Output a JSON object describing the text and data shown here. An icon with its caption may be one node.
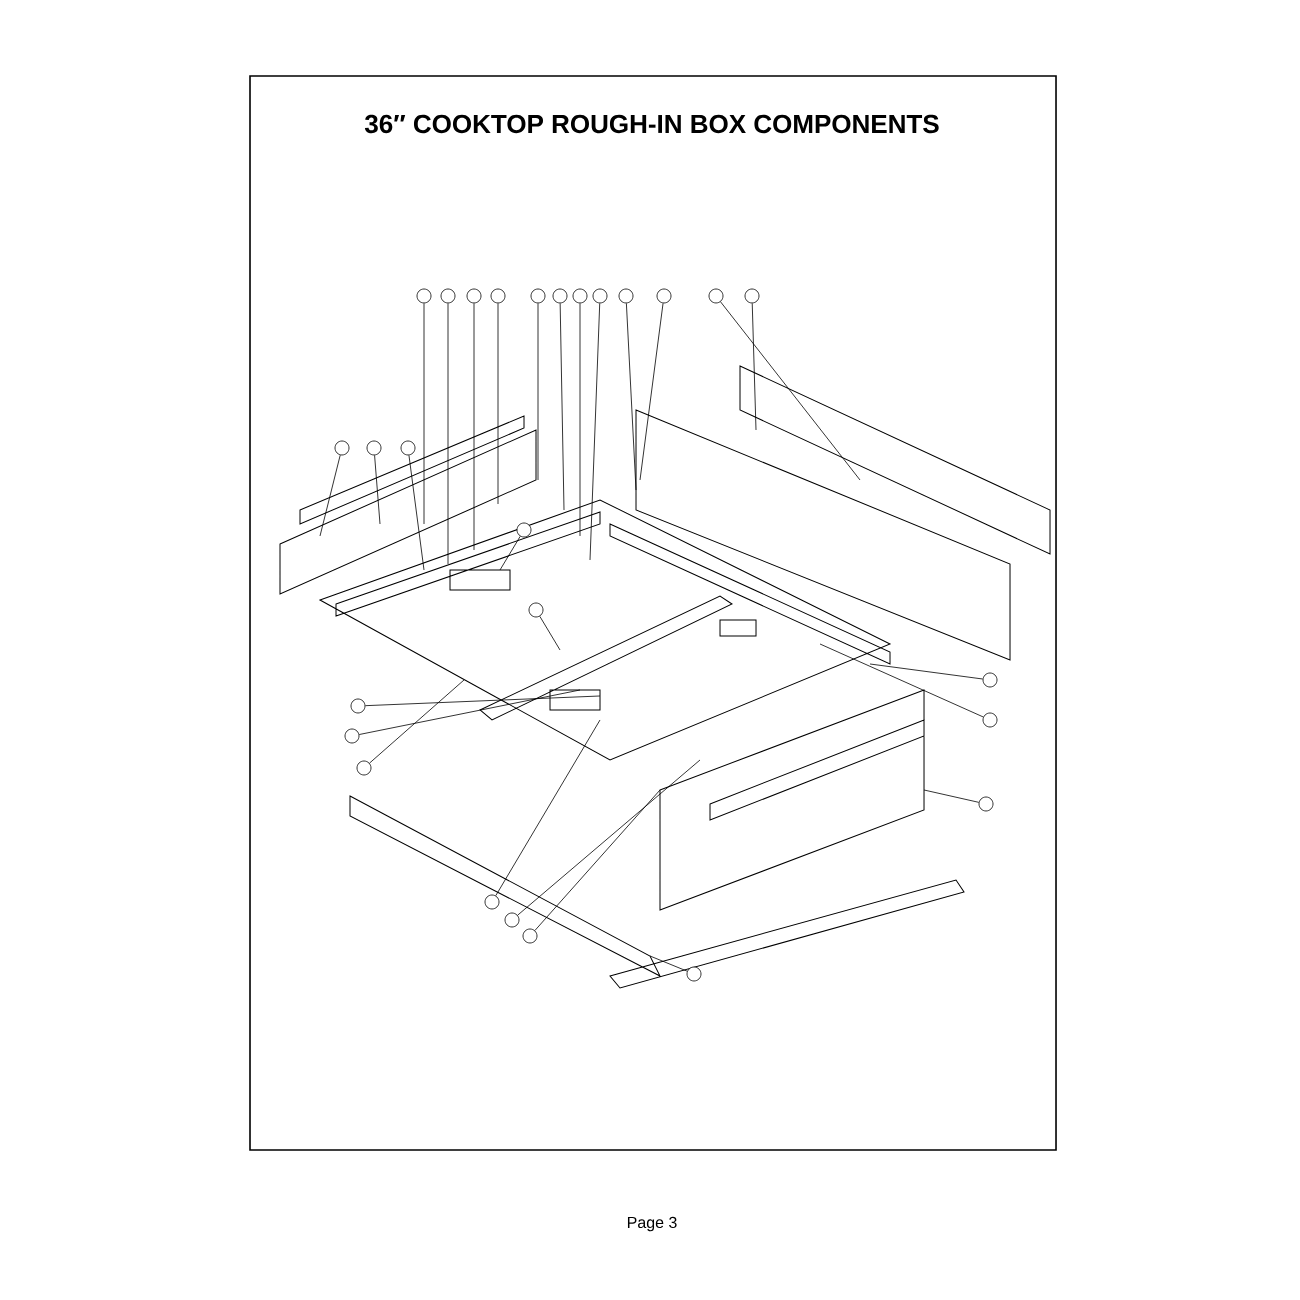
{
  "diagram": {
    "title": "36″ COOKTOP ROUGH-IN BOX COMPONENTS",
    "nodes": [
      {
        "text": [],
        "shape": "circle"
      },
      {
        "text": [],
        "shape": "circle"
      },
      {
        "text": [],
        "shape": "circle"
      },
      {
        "text": [],
        "shape": "circle"
      },
      {
        "text": [],
        "shape": "circle"
      },
      {
        "text": [],
        "shape": "circle"
      },
      {
        "text": [],
        "shape": "circle"
      },
      {
        "text": [],
        "shape": "circle"
      },
      {
        "text": [],
        "shape": "circle"
      },
      {
        "text": [],
        "shape": "circle"
      },
      {
        "text": [],
        "shape": "circle"
      },
      {
        "text": [],
        "shape": "circle"
      },
      {
        "text": [],
        "shape": "circle"
      },
      {
        "text": [],
        "shape": "circle"
      },
      {
        "text": [],
        "shape": "circle"
      },
      {
        "text": [],
        "shape": "circle"
      },
      {
        "text": [],
        "shape": "circle"
      },
      {
        "text": [],
        "shape": "circle"
      },
      {
        "text": [],
        "shape": "circle"
      },
      {
        "text": [],
        "shape": "circle"
      },
      {
        "text": [],
        "shape": "circle"
      },
      {
        "text": [],
        "shape": "circle"
      },
      {
        "text": [],
        "shape": "circle"
      },
      {
        "text": [],
        "shape": "circle"
      },
      {
        "text": [],
        "shape": "circle"
      },
      {
        "text": [],
        "shape": "circle"
      },
      {
        "text": [],
        "shape": "circle"
      }
    ],
    "edges": [
      {
        "from": 0,
        "to": null,
        "arrow": "none"
      },
      {
        "from": 1,
        "to": null,
        "arrow": "none"
      },
      {
        "from": 2,
        "to": null,
        "arrow": "none"
      },
      {
        "from": 3,
        "to": null,
        "arrow": "none"
      },
      {
        "from": 4,
        "to": null,
        "arrow": "none"
      },
      {
        "from": 5,
        "to": null,
        "arrow": "none"
      },
      {
        "from": 6,
        "to": null,
        "arrow": "none"
      },
      {
        "from": 7,
        "to": null,
        "arrow": "none"
      },
      {
        "from": 8,
        "to": null,
        "arrow": "none"
      },
      {
        "from": 9,
        "to": null,
        "arrow": "none"
      },
      {
        "from": 10,
        "to": null,
        "arrow": "none"
      },
      {
        "from": 11,
        "to": null,
        "arrow": "none"
      },
      {
        "from": 12,
        "to": null,
        "arrow": "none"
      },
      {
        "from": 13,
        "to": null,
        "arrow": "none"
      },
      {
        "from": 14,
        "to": null,
        "arrow": "none"
      },
      {
        "from": 15,
        "to": null,
        "arrow": "none"
      },
      {
        "from": 16,
        "to": null,
        "arrow": "none"
      },
      {
        "from": 17,
        "to": null,
        "arrow": "none"
      },
      {
        "from": 18,
        "to": null,
        "arrow": "none"
      },
      {
        "from": 19,
        "to": null,
        "arrow": "none"
      },
      {
        "from": 20,
        "to": null,
        "arrow": "none"
      },
      {
        "from": 21,
        "to": null,
        "arrow": "none"
      },
      {
        "from": 22,
        "to": null,
        "arrow": "none"
      },
      {
        "from": 23,
        "to": null,
        "arrow": "none"
      },
      {
        "from": 24,
        "to": null,
        "arrow": "none"
      },
      {
        "from": 25,
        "to": null,
        "arrow": "none"
      },
      {
        "from": 26,
        "to": null,
        "arrow": "none"
      }
    ],
    "labels": [
      "Page 3"
    ]
  }
}
